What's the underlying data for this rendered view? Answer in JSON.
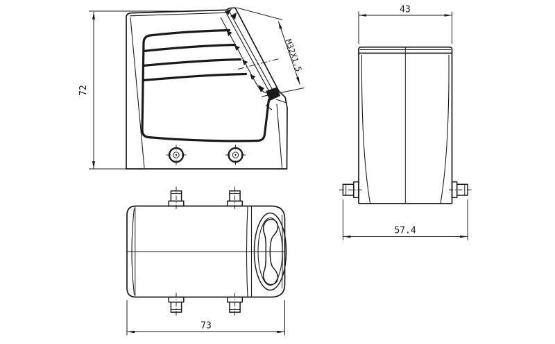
{
  "drawing": {
    "background": "#ffffff",
    "line_color": "#1a1a1a",
    "views": {
      "side": {
        "height_dim": "72",
        "thread_dim": "M32X1.5"
      },
      "front": {
        "top_width_dim": "43",
        "overall_width_dim": "57.4"
      },
      "top": {
        "length_dim": "73"
      }
    }
  }
}
